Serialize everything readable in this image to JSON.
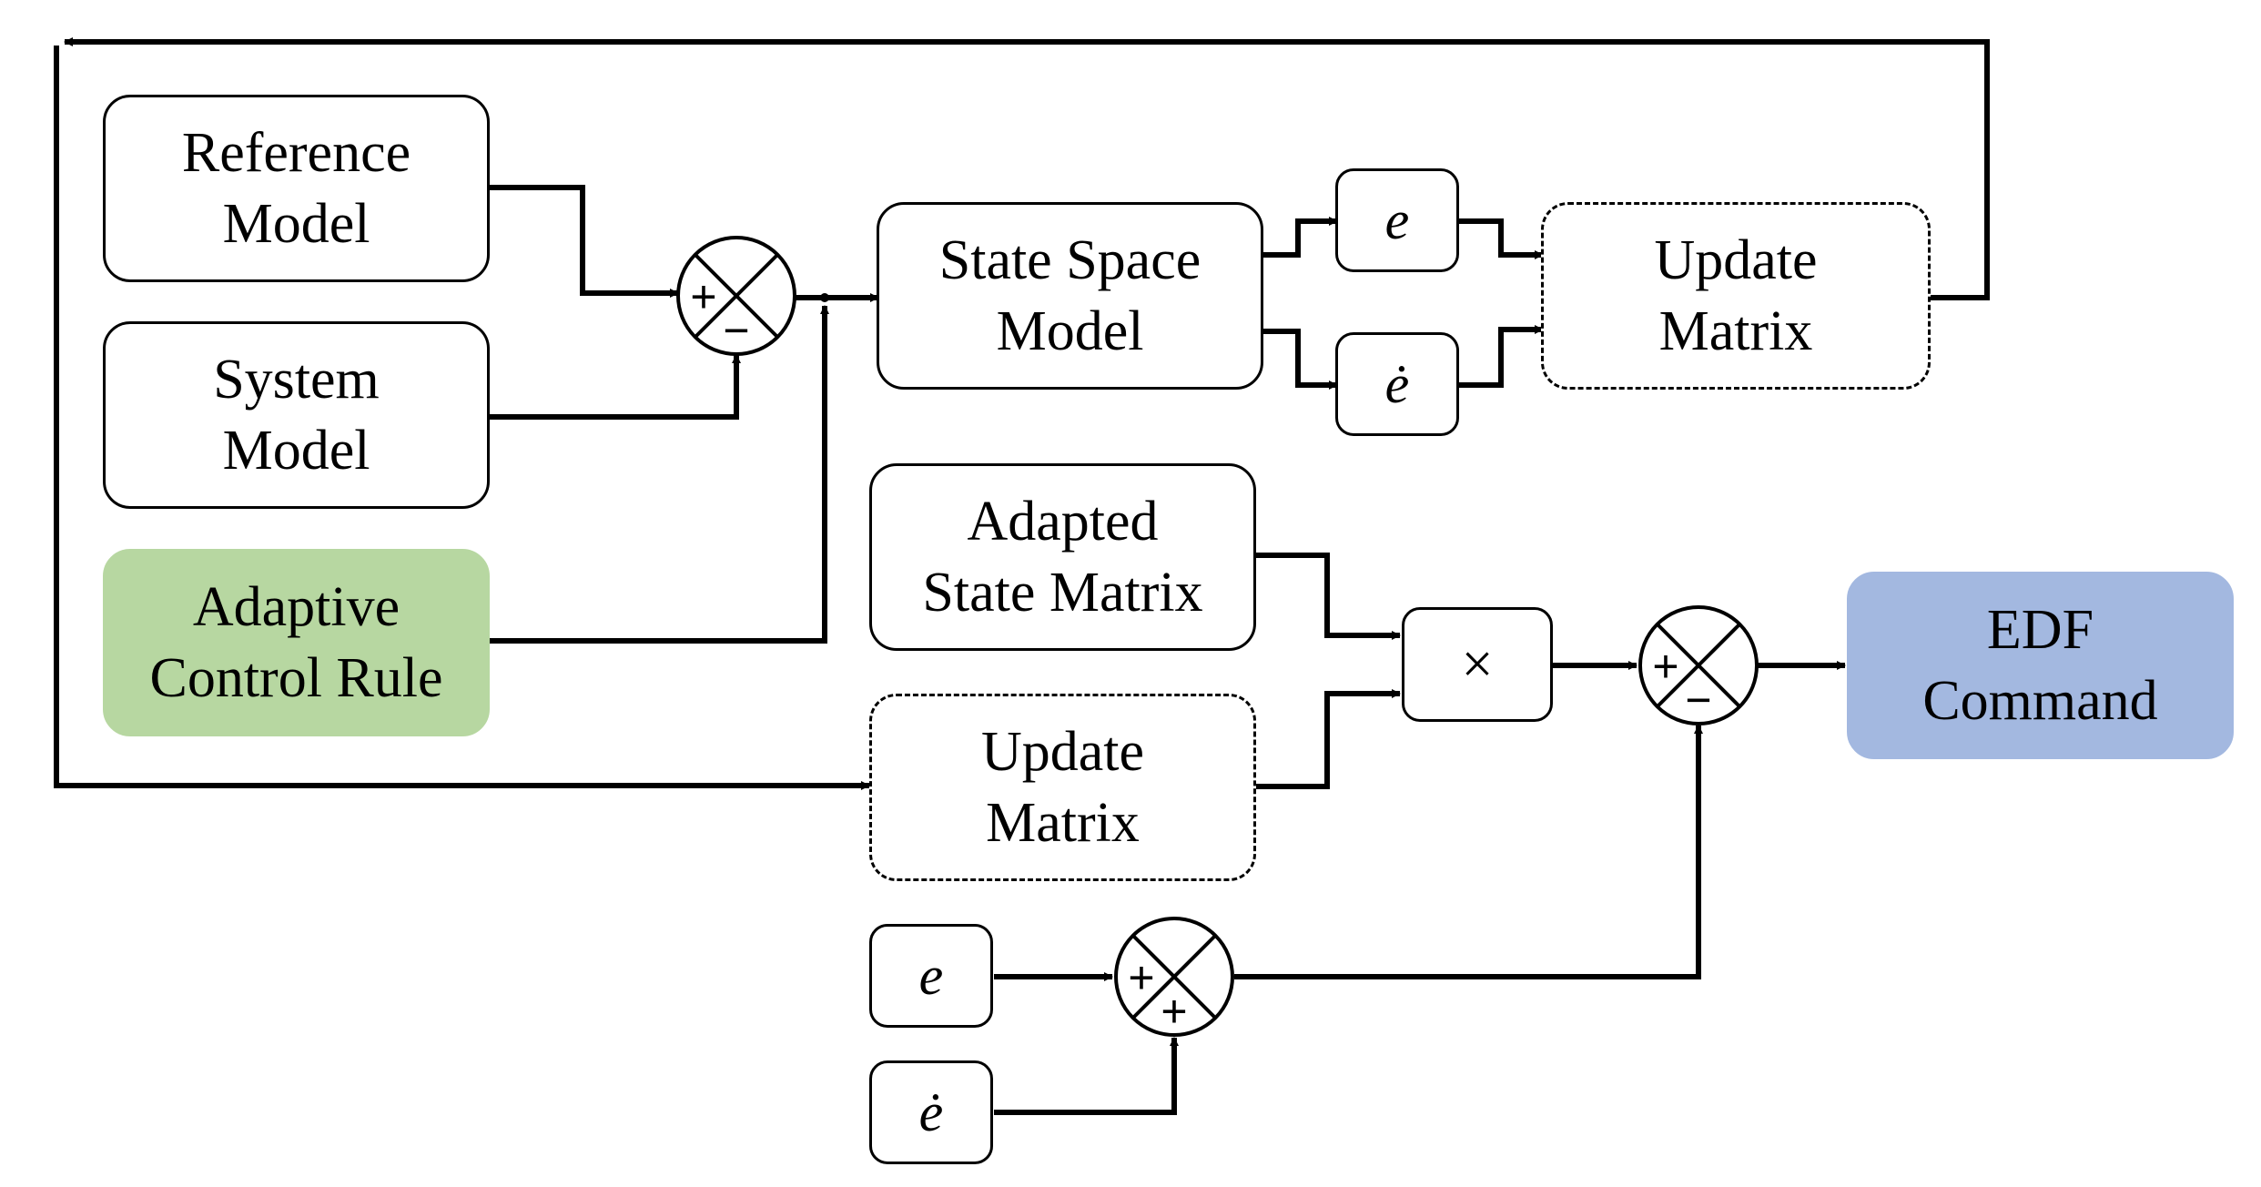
{
  "blocks": {
    "reference_model": [
      "Reference",
      "Model"
    ],
    "system_model": [
      "System",
      "Model"
    ],
    "adaptive_control_rule": [
      "Adaptive",
      "Control Rule"
    ],
    "state_space_model": [
      "State Space",
      "Model"
    ],
    "e_top": "e",
    "edot_top": "ė",
    "update_matrix_top": [
      "Update",
      "Matrix"
    ],
    "adapted_state_matrix": [
      "Adapted",
      "State Matrix"
    ],
    "update_matrix_bottom": [
      "Update",
      "Matrix"
    ],
    "multiply": "×",
    "edf_command": [
      "EDF",
      "Command"
    ],
    "e_bottom": "e",
    "edot_bottom": "ė"
  },
  "summing_junctions": {
    "sum1": {
      "left": "+",
      "bottom": "−"
    },
    "sum2": {
      "left": "+",
      "bottom": "−"
    },
    "sum3": {
      "left": "+",
      "bottom": "+"
    }
  },
  "colors": {
    "adaptive_control_rule": "#b7d7a1",
    "edf_command": "#a3b8e0",
    "line": "#000000"
  }
}
